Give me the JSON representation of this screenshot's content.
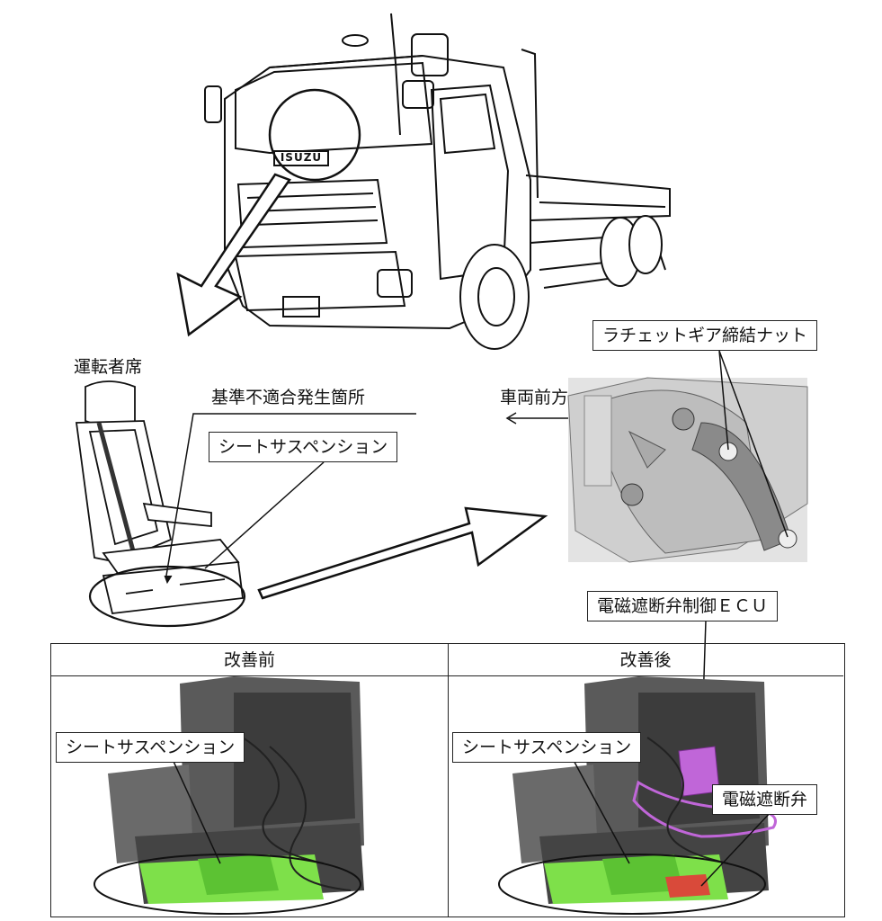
{
  "labels": {
    "driver_seat": "運転者席",
    "nonconformity_location": "基準不適合発生箇所",
    "seat_suspension": "シートサスペンション",
    "vehicle_front": "車両前方",
    "ratchet_nut": "ラチェットギア締結ナット",
    "ecu": "電磁遮断弁制御ＥＣＵ",
    "valve": "電磁遮断弁",
    "truck_logo": "ISUZU"
  },
  "table": {
    "before_header": "改善前",
    "after_header": "改善後",
    "before_label": "シートサスペンション",
    "after_label": "シートサスペンション"
  },
  "colors": {
    "highlight_green": "#7ee04a",
    "highlight_purple": "#c066d8",
    "highlight_red": "#d94a3a",
    "line": "#111111"
  }
}
